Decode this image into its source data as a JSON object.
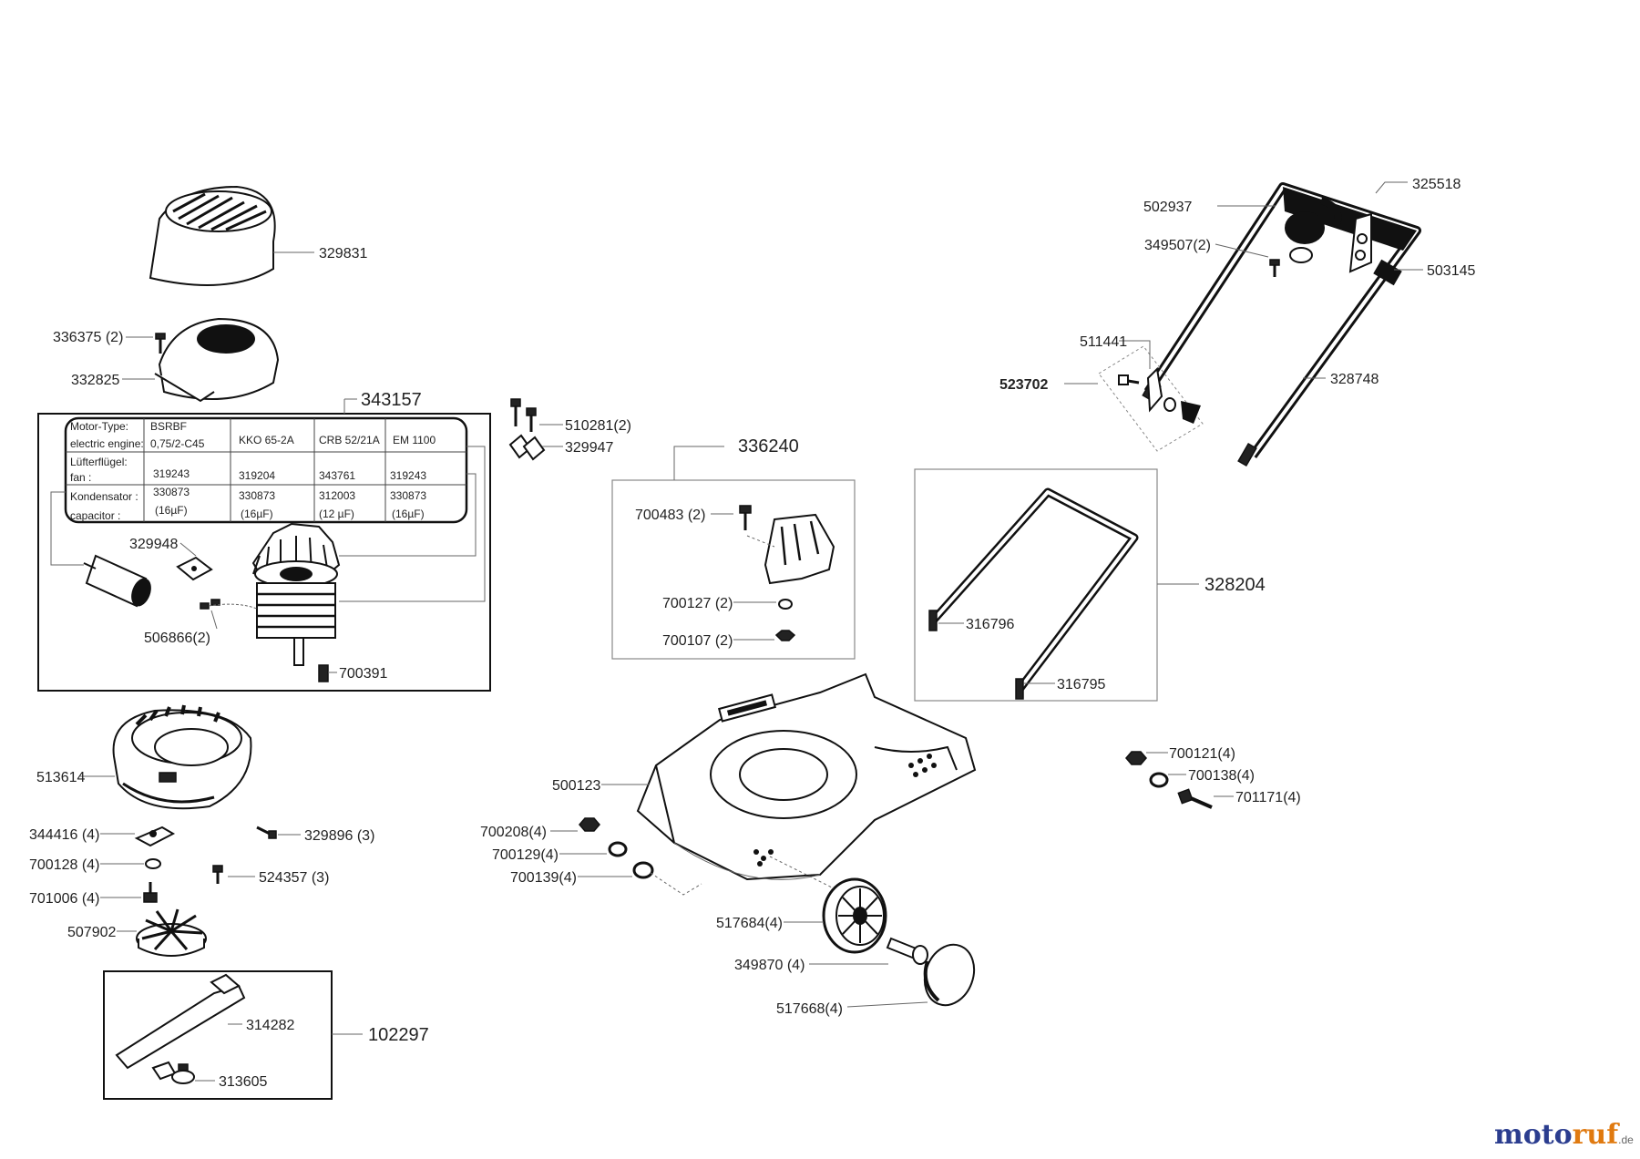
{
  "parts": {
    "p329831": "329831",
    "p336375": "336375 (2)",
    "p332825": "332825",
    "p343157": "343157",
    "p510281": "510281(2)",
    "p329947": "329947",
    "p329948": "329948",
    "p506866": "506866(2)",
    "p700391": "700391",
    "p513614": "513614",
    "p344416": "344416 (4)",
    "p329896": "329896 (3)",
    "p700128": "700128 (4)",
    "p524357": "524357 (3)",
    "p701006": "701006 (4)",
    "p507902": "507902",
    "p314282": "314282",
    "p102297": "102297",
    "p313605": "313605",
    "p336240": "336240",
    "p700483": "700483 (2)",
    "p700127": "700127 (2)",
    "p700107": "700107 (2)",
    "p500123": "500123",
    "p700208": "700208(4)",
    "p700129": "700129(4)",
    "p700139": "700139(4)",
    "p517684": "517684(4)",
    "p349870": "349870 (4)",
    "p517668": "517668(4)",
    "p328204": "328204",
    "p316796": "316796",
    "p316795": "316795",
    "p502937": "502937",
    "p325518": "325518",
    "p349507": "349507(2)",
    "p503145": "503145",
    "p511441": "511441",
    "p523702": "523702",
    "p328748": "328748",
    "p700121": "700121(4)",
    "p700138": "700138(4)",
    "p701171": "701171(4)"
  },
  "motor_table": {
    "rows": [
      [
        "Motor-Type:",
        "BSRBF",
        "",
        "",
        ""
      ],
      [
        "electric engine:",
        "0,75/2-C45",
        "KKO 65-2A",
        "CRB 52/21A",
        "EM 1100"
      ],
      [
        "Lüfterflügel:",
        "",
        "",
        "",
        ""
      ],
      [
        "fan :",
        "319243",
        "319204",
        "343761",
        "319243"
      ],
      [
        "Kondensator :",
        "330873",
        "330873",
        "312003",
        "330873"
      ],
      [
        "capacitor :",
        "(16µF)",
        "(16µF)",
        "(12 µF)",
        "(16µF)"
      ]
    ]
  },
  "watermark": {
    "moto": "moto",
    "ruf": "ruf",
    "tld": ".de"
  }
}
